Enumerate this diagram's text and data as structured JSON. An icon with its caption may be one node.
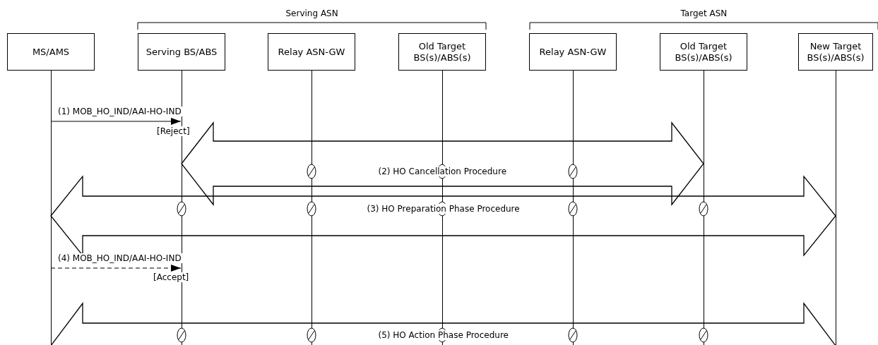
{
  "diagram": {
    "nodes": [
      {
        "text": [
          "MS/AMS"
        ]
      },
      {
        "text": [
          "Serving BS/ABS"
        ]
      },
      {
        "text": [
          "Relay ASN-GW"
        ]
      },
      {
        "text": [
          "Old Target BS(s)/ABS(s)"
        ]
      },
      {
        "text": [
          "Relay ASN-GW"
        ]
      },
      {
        "text": [
          "Old Target BS(s)/ABS(s)"
        ]
      },
      {
        "text": [
          "New Target BS(s)/ABS(s)"
        ]
      }
    ],
    "edges": [
      {
        "from": 0,
        "to": 1,
        "arrow": "to",
        "label": "(1) MOB_HO_IND/AAI-HO-IND"
      },
      {
        "from": 1,
        "to": 5,
        "arrow": "both",
        "label": "(2) HO Cancellation Procedure",
        "style": "thick"
      },
      {
        "from": 0,
        "to": 6,
        "arrow": "both",
        "label": "(3) HO Preparation Phase Procedure",
        "style": "thick"
      },
      {
        "from": 0,
        "to": 1,
        "arrow": "to",
        "label": "(4) MOB_HO_IND/AAI-HO-IND",
        "style": "dashed"
      },
      {
        "from": 0,
        "to": 6,
        "arrow": "both",
        "label": "(5) HO Action Phase Procedure",
        "style": "thick"
      }
    ],
    "labels": [
      "Serving ASN",
      "Target ASN",
      "[Reject]",
      "[Accept]"
    ]
  }
}
